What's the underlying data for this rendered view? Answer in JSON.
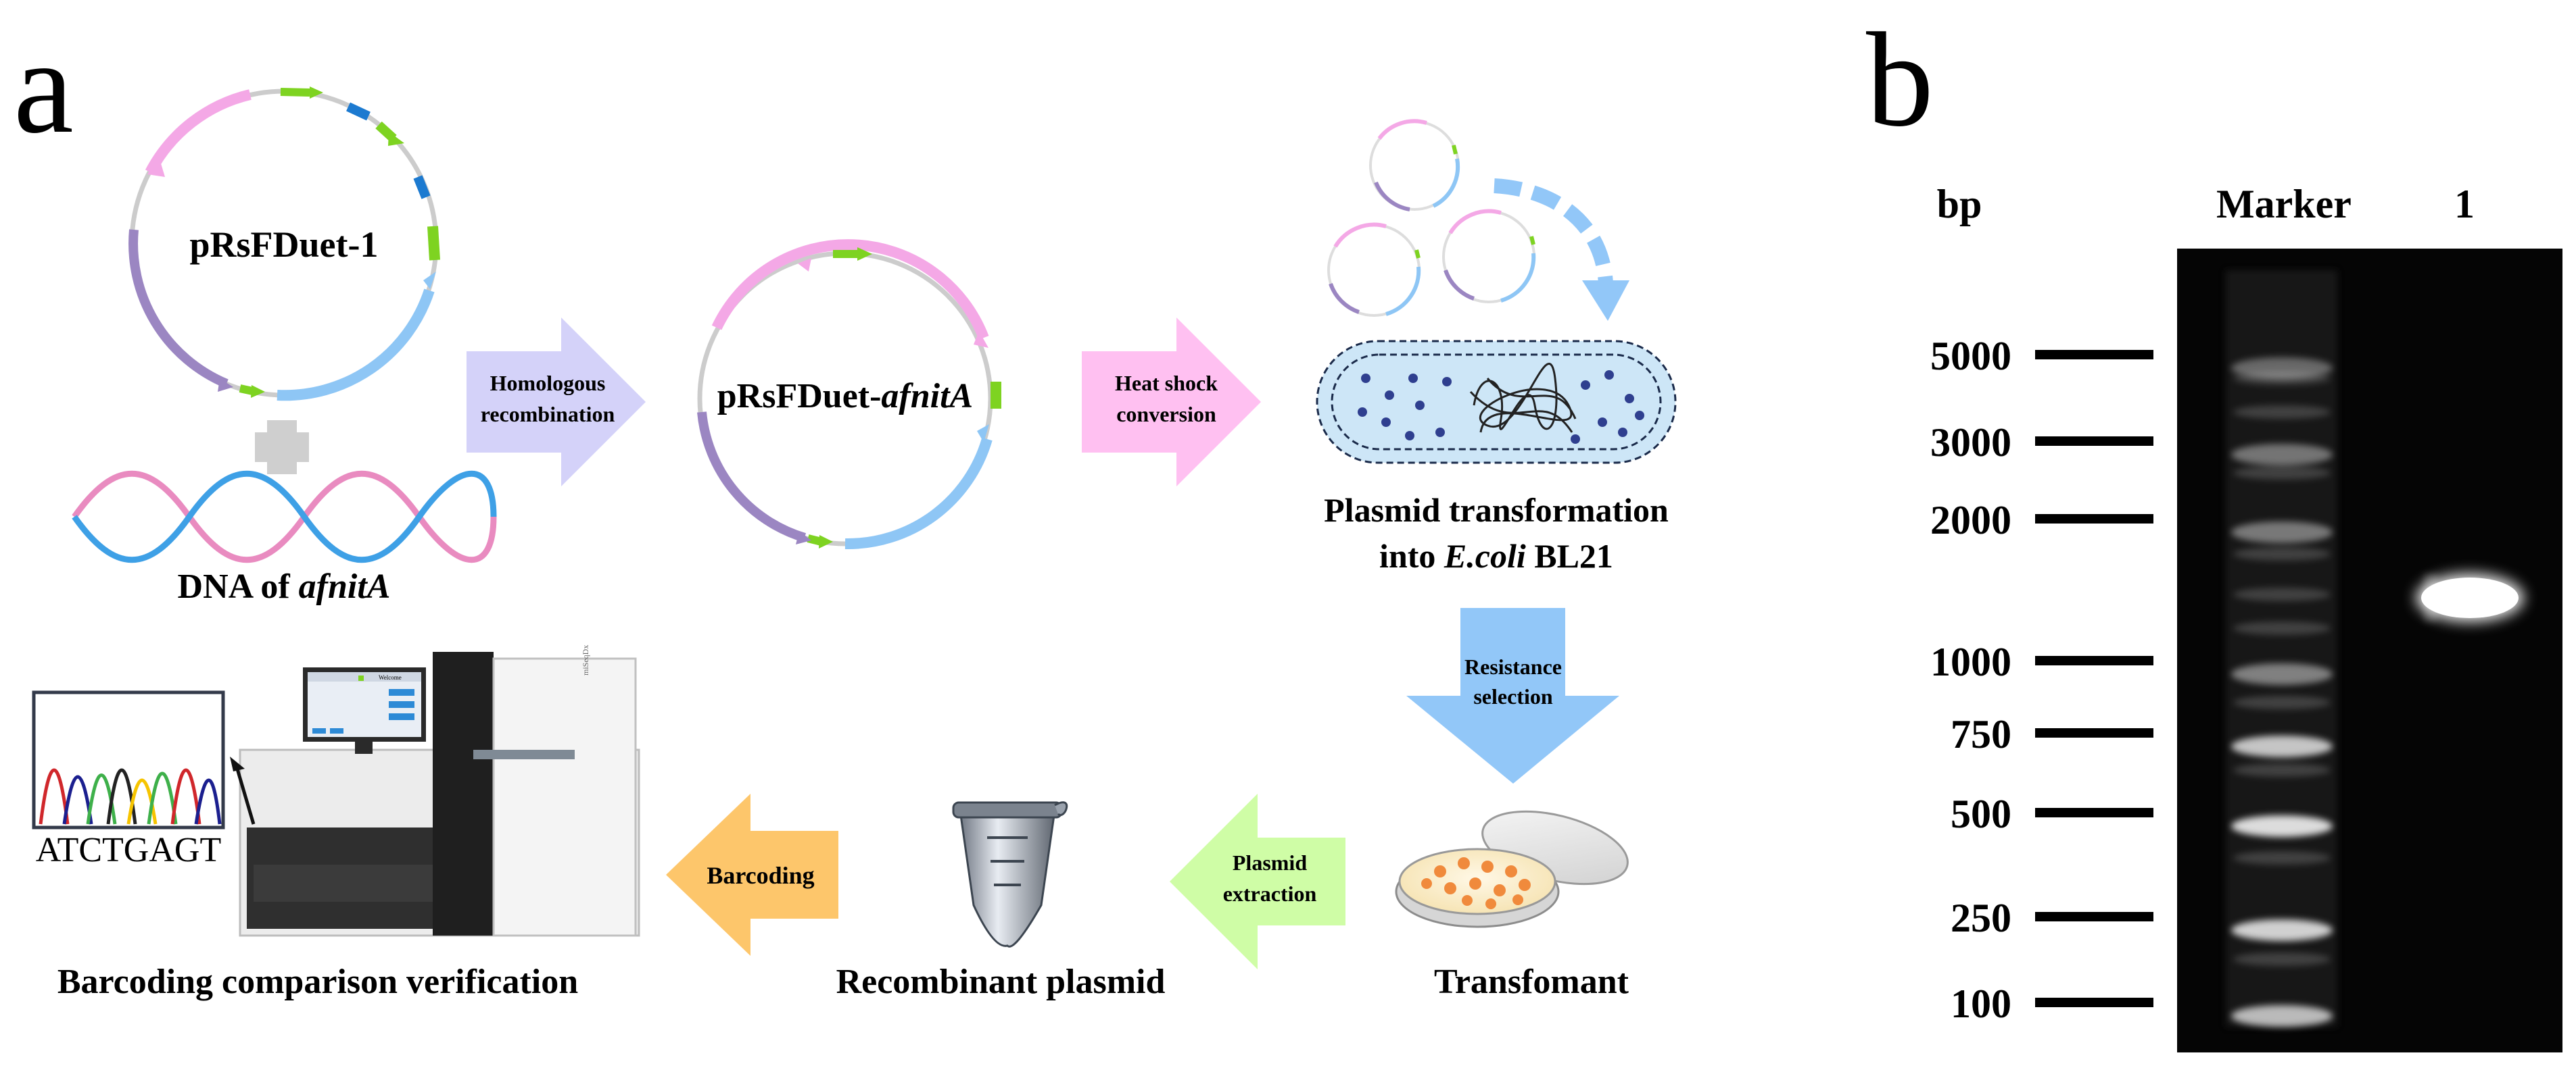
{
  "panels": {
    "a_label": "a",
    "b_label": "b"
  },
  "diagram": {
    "plasmid1_name": "pRsFDuet-1",
    "dna_caption_prefix": "DNA of ",
    "dna_caption_italic": "afnitA",
    "plus_symbol": "+",
    "arrow_homologous_line1": "Homologous",
    "arrow_homologous_line2": "recombination",
    "plasmid2_prefix": "pRsFDuet-",
    "plasmid2_italic": "afnitA",
    "arrow_heatshock_line1": "Heat shock",
    "arrow_heatshock_line2": "conversion",
    "transformation_line1": "Plasmid transformation",
    "transformation_line2_prefix": "into ",
    "transformation_line2_italic": "E.coli",
    "transformation_line2_suffix": " BL21",
    "arrow_resistance_line1": "Resistance",
    "arrow_resistance_line2": "selection",
    "transformant_label": "Transfomant",
    "arrow_plasmid_line1": "Plasmid",
    "arrow_plasmid_line2": "extraction",
    "recombinant_label": "Recombinant plasmid",
    "arrow_barcoding": "Barcoding",
    "chromatogram_sequence": "ATCTGAGT",
    "verification_label": "Barcoding comparison verification",
    "sequencer_screen_title": "Welcome",
    "sequencer_brand": "miSeqDx"
  },
  "gel": {
    "bp_label": "bp",
    "marker_label": "Marker",
    "lane1_label": "1",
    "ladder": [
      "5000",
      "3000",
      "2000",
      "1000",
      "750",
      "500",
      "250",
      "100"
    ]
  },
  "colors": {
    "plasmid_pink": "#f4a8e6",
    "plasmid_blue": "#8ec6f5",
    "plasmid_purple": "#9b86c2",
    "plasmid_green": "#7ed321",
    "plasmid_darkblue": "#1c7ad0",
    "arrow_purple": "#d4d2f9",
    "arrow_pink": "#ffc0f1",
    "arrow_blue": "#92c7f8",
    "arrow_green": "#cffda6",
    "arrow_orange": "#fdc66b"
  }
}
